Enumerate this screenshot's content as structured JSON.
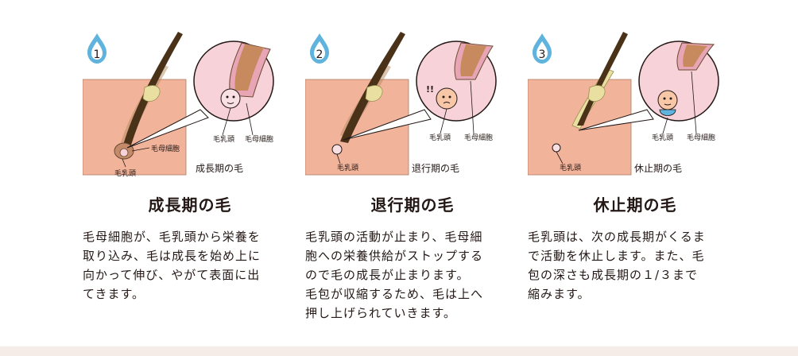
{
  "colors": {
    "skin": "#f1b39a",
    "bulb_circle": "#f7d2d8",
    "drop": "#5fb3dc",
    "hair": "#4a3218",
    "sheath": "#e8dfa0"
  },
  "panels": [
    {
      "number": "1",
      "stage_label": "成長期の毛",
      "labels": {
        "papilla": "毛乳頭",
        "matrix": "毛母細胞",
        "zoom_papilla": "毛乳頭",
        "zoom_matrix": "毛母細胞"
      },
      "title": "成長期の毛",
      "text_lines": [
        "毛母細胞が、毛乳頭から栄養を",
        "取り込み、毛は成長を始め上に",
        "向かって伸び、やがて表面に出",
        "てきます。"
      ]
    },
    {
      "number": "2",
      "stage_label": "退行期の毛",
      "labels": {
        "papilla": "毛乳頭",
        "zoom_papilla": "毛乳頭",
        "zoom_matrix": "毛母細胞"
      },
      "title": "退行期の毛",
      "text_lines": [
        "毛乳頭の活動が止まり、毛母細",
        "胞への栄養供給がストップする",
        "ので毛の成長が止まります。",
        "毛包が収縮するため、毛は上へ",
        "押し上げられていきます。"
      ]
    },
    {
      "number": "3",
      "stage_label": "休止期の毛",
      "labels": {
        "papilla": "毛乳頭",
        "zoom_papilla": "毛乳頭",
        "zoom_matrix": "毛母細胞"
      },
      "title": "休止期の毛",
      "text_lines": [
        "毛乳頭は、次の成長期がくるま",
        "で活動を休止します。また、毛",
        "包の深さも成長期の１/３まで",
        "縮みます。"
      ]
    }
  ]
}
